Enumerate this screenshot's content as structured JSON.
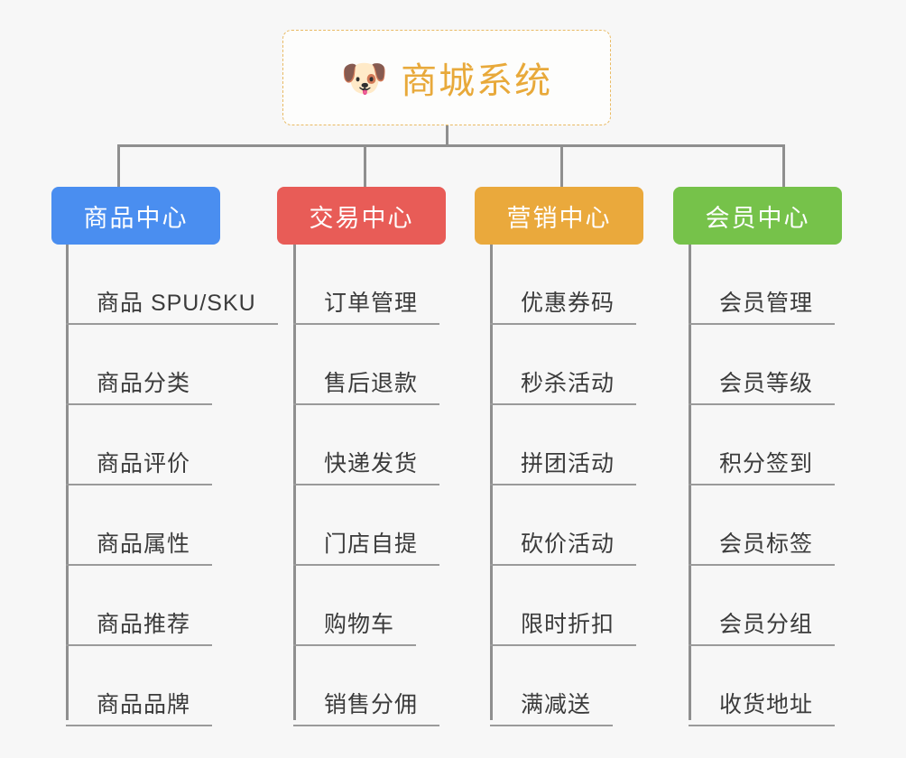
{
  "canvas": {
    "background_color": "#f7f7f7",
    "connector_color": "#8f8f8f"
  },
  "root": {
    "icon": "dog-face-emoji",
    "icon_glyph": "🐶",
    "title": "商城系统",
    "title_color": "#e8a93a",
    "border_color": "#e9ba63",
    "border_style": "dashed"
  },
  "branches": [
    {
      "id": "product-center",
      "label": "商品中心",
      "color": "#4a8ef0",
      "items": [
        "商品 SPU/SKU",
        "商品分类",
        "商品评价",
        "商品属性",
        "商品推荐",
        "商品品牌"
      ]
    },
    {
      "id": "trade-center",
      "label": "交易中心",
      "color": "#e85c57",
      "items": [
        "订单管理",
        "售后退款",
        "快递发货",
        "门店自提",
        "购物车",
        "销售分佣"
      ]
    },
    {
      "id": "marketing-center",
      "label": "营销中心",
      "color": "#eaa93c",
      "items": [
        "优惠券码",
        "秒杀活动",
        "拼团活动",
        "砍价活动",
        "限时折扣",
        "满减送"
      ]
    },
    {
      "id": "member-center",
      "label": "会员中心",
      "color": "#76c councils"
    }
  ]
}
